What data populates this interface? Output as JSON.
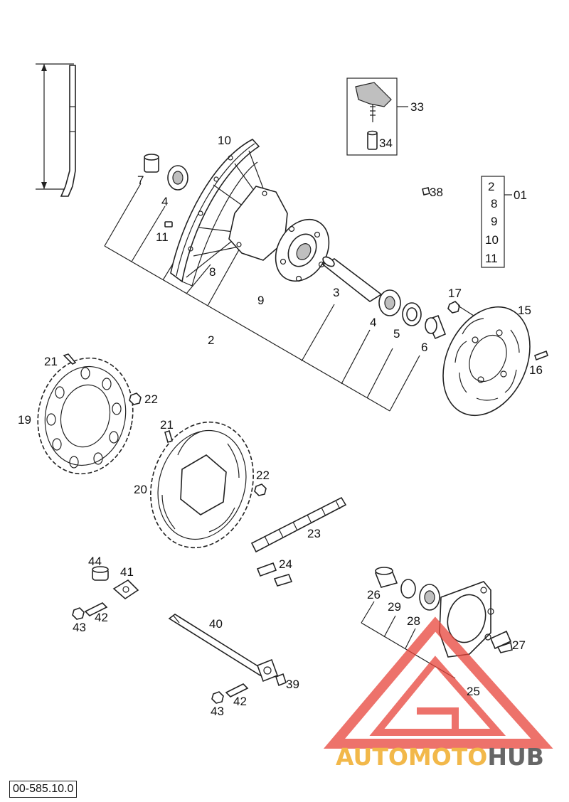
{
  "labels": {
    "p2": "2",
    "p3": "3",
    "p4a": "4",
    "p4b": "4",
    "p5": "5",
    "p6": "6",
    "p7": "7",
    "p8": "8",
    "p9": "9",
    "p10": "10",
    "p11": "11",
    "p15": "15",
    "p16": "16",
    "p17": "17",
    "p19": "19",
    "p20": "20",
    "p21a": "21",
    "p21b": "21",
    "p22a": "22",
    "p22b": "22",
    "p23": "23",
    "p24": "24",
    "p25": "25",
    "p26": "26",
    "p27": "27",
    "p28": "28",
    "p29": "29",
    "p33": "33",
    "p34": "34",
    "p38": "38",
    "p39": "39",
    "p40": "40",
    "p41": "41",
    "p42a": "42",
    "p42b": "42",
    "p43a": "43",
    "p43b": "43",
    "p44": "44"
  },
  "kit": {
    "items": [
      "2",
      "8",
      "9",
      "10",
      "11"
    ],
    "label": "01"
  },
  "drawing_code": "00-585.10.0",
  "watermark": {
    "text_a": "AUTOMOTO",
    "text_b": "HUB",
    "color_a": "#f2b84a",
    "color_b": "#666666",
    "logo_color": "#e8443a"
  }
}
